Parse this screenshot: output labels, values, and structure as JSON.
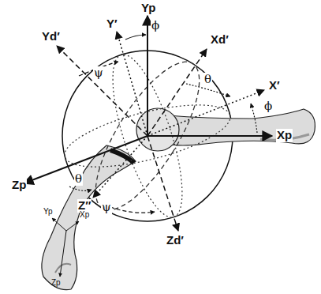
{
  "diagram": {
    "labels": [
      "Yp",
      "Y′",
      "ϕ",
      "Yd′",
      "Xd′",
      "ψ",
      "θ",
      "X′",
      "ϕ",
      "Xp",
      "Zp",
      "θ",
      "Z″",
      "ψ",
      "Zd′",
      "Yp",
      "Xp",
      "Zp"
    ]
  }
}
